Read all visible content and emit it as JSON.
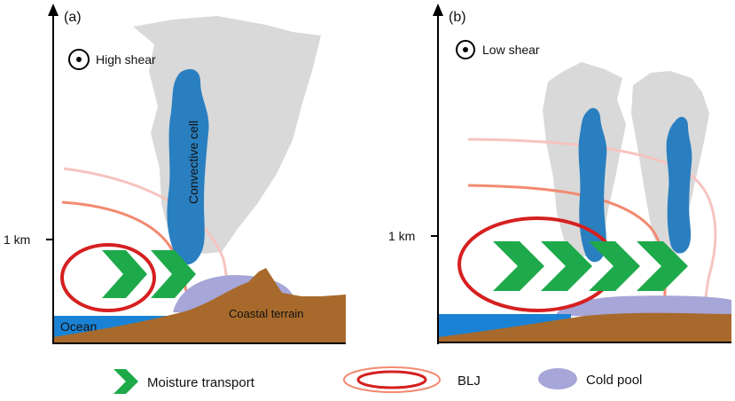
{
  "panels": [
    {
      "id": "a",
      "panel_label": "(a)",
      "shear_label": "High shear",
      "height_label": "1 km",
      "cell_label": "Convective cell",
      "ocean_label": "Ocean",
      "terrain_label": "Coastal terrain"
    },
    {
      "id": "b",
      "panel_label": "(b)",
      "shear_label": "Low shear",
      "height_label": "1 km"
    }
  ],
  "legend": {
    "moisture": "Moisture transport",
    "blj": "BLJ",
    "cold_pool": "Cold pool"
  },
  "colors": {
    "cloud": "#d9d9d9",
    "cell": "#2a7fc0",
    "terrain": "#a86a2c",
    "ocean": "#1a82d4",
    "cold_pool": "#a6a6d8",
    "chevron": "#1eaa4a",
    "blj_ring": "#d62020",
    "blj_inner_stream": "#f28a70",
    "blj_outer_stream": "#f6c4c0",
    "axis": "#000000"
  },
  "icons": [
    "out-of-page-wind-icon",
    "chevron-icon"
  ]
}
